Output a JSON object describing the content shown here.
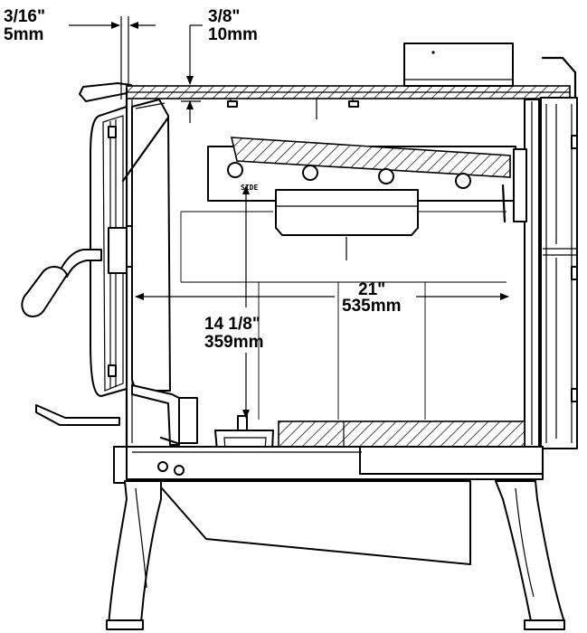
{
  "diagram": {
    "dimensions": {
      "door_gap": {
        "imperial": "3/16\"",
        "metric": "5mm"
      },
      "top_gap": {
        "imperial": "3/8\"",
        "metric": "10mm"
      },
      "firebox_depth": {
        "imperial": "21\"",
        "metric": "535mm"
      },
      "floor_height": {
        "imperial": "14 1/8\"",
        "metric": "359mm"
      }
    },
    "part_label": "SIDE"
  }
}
